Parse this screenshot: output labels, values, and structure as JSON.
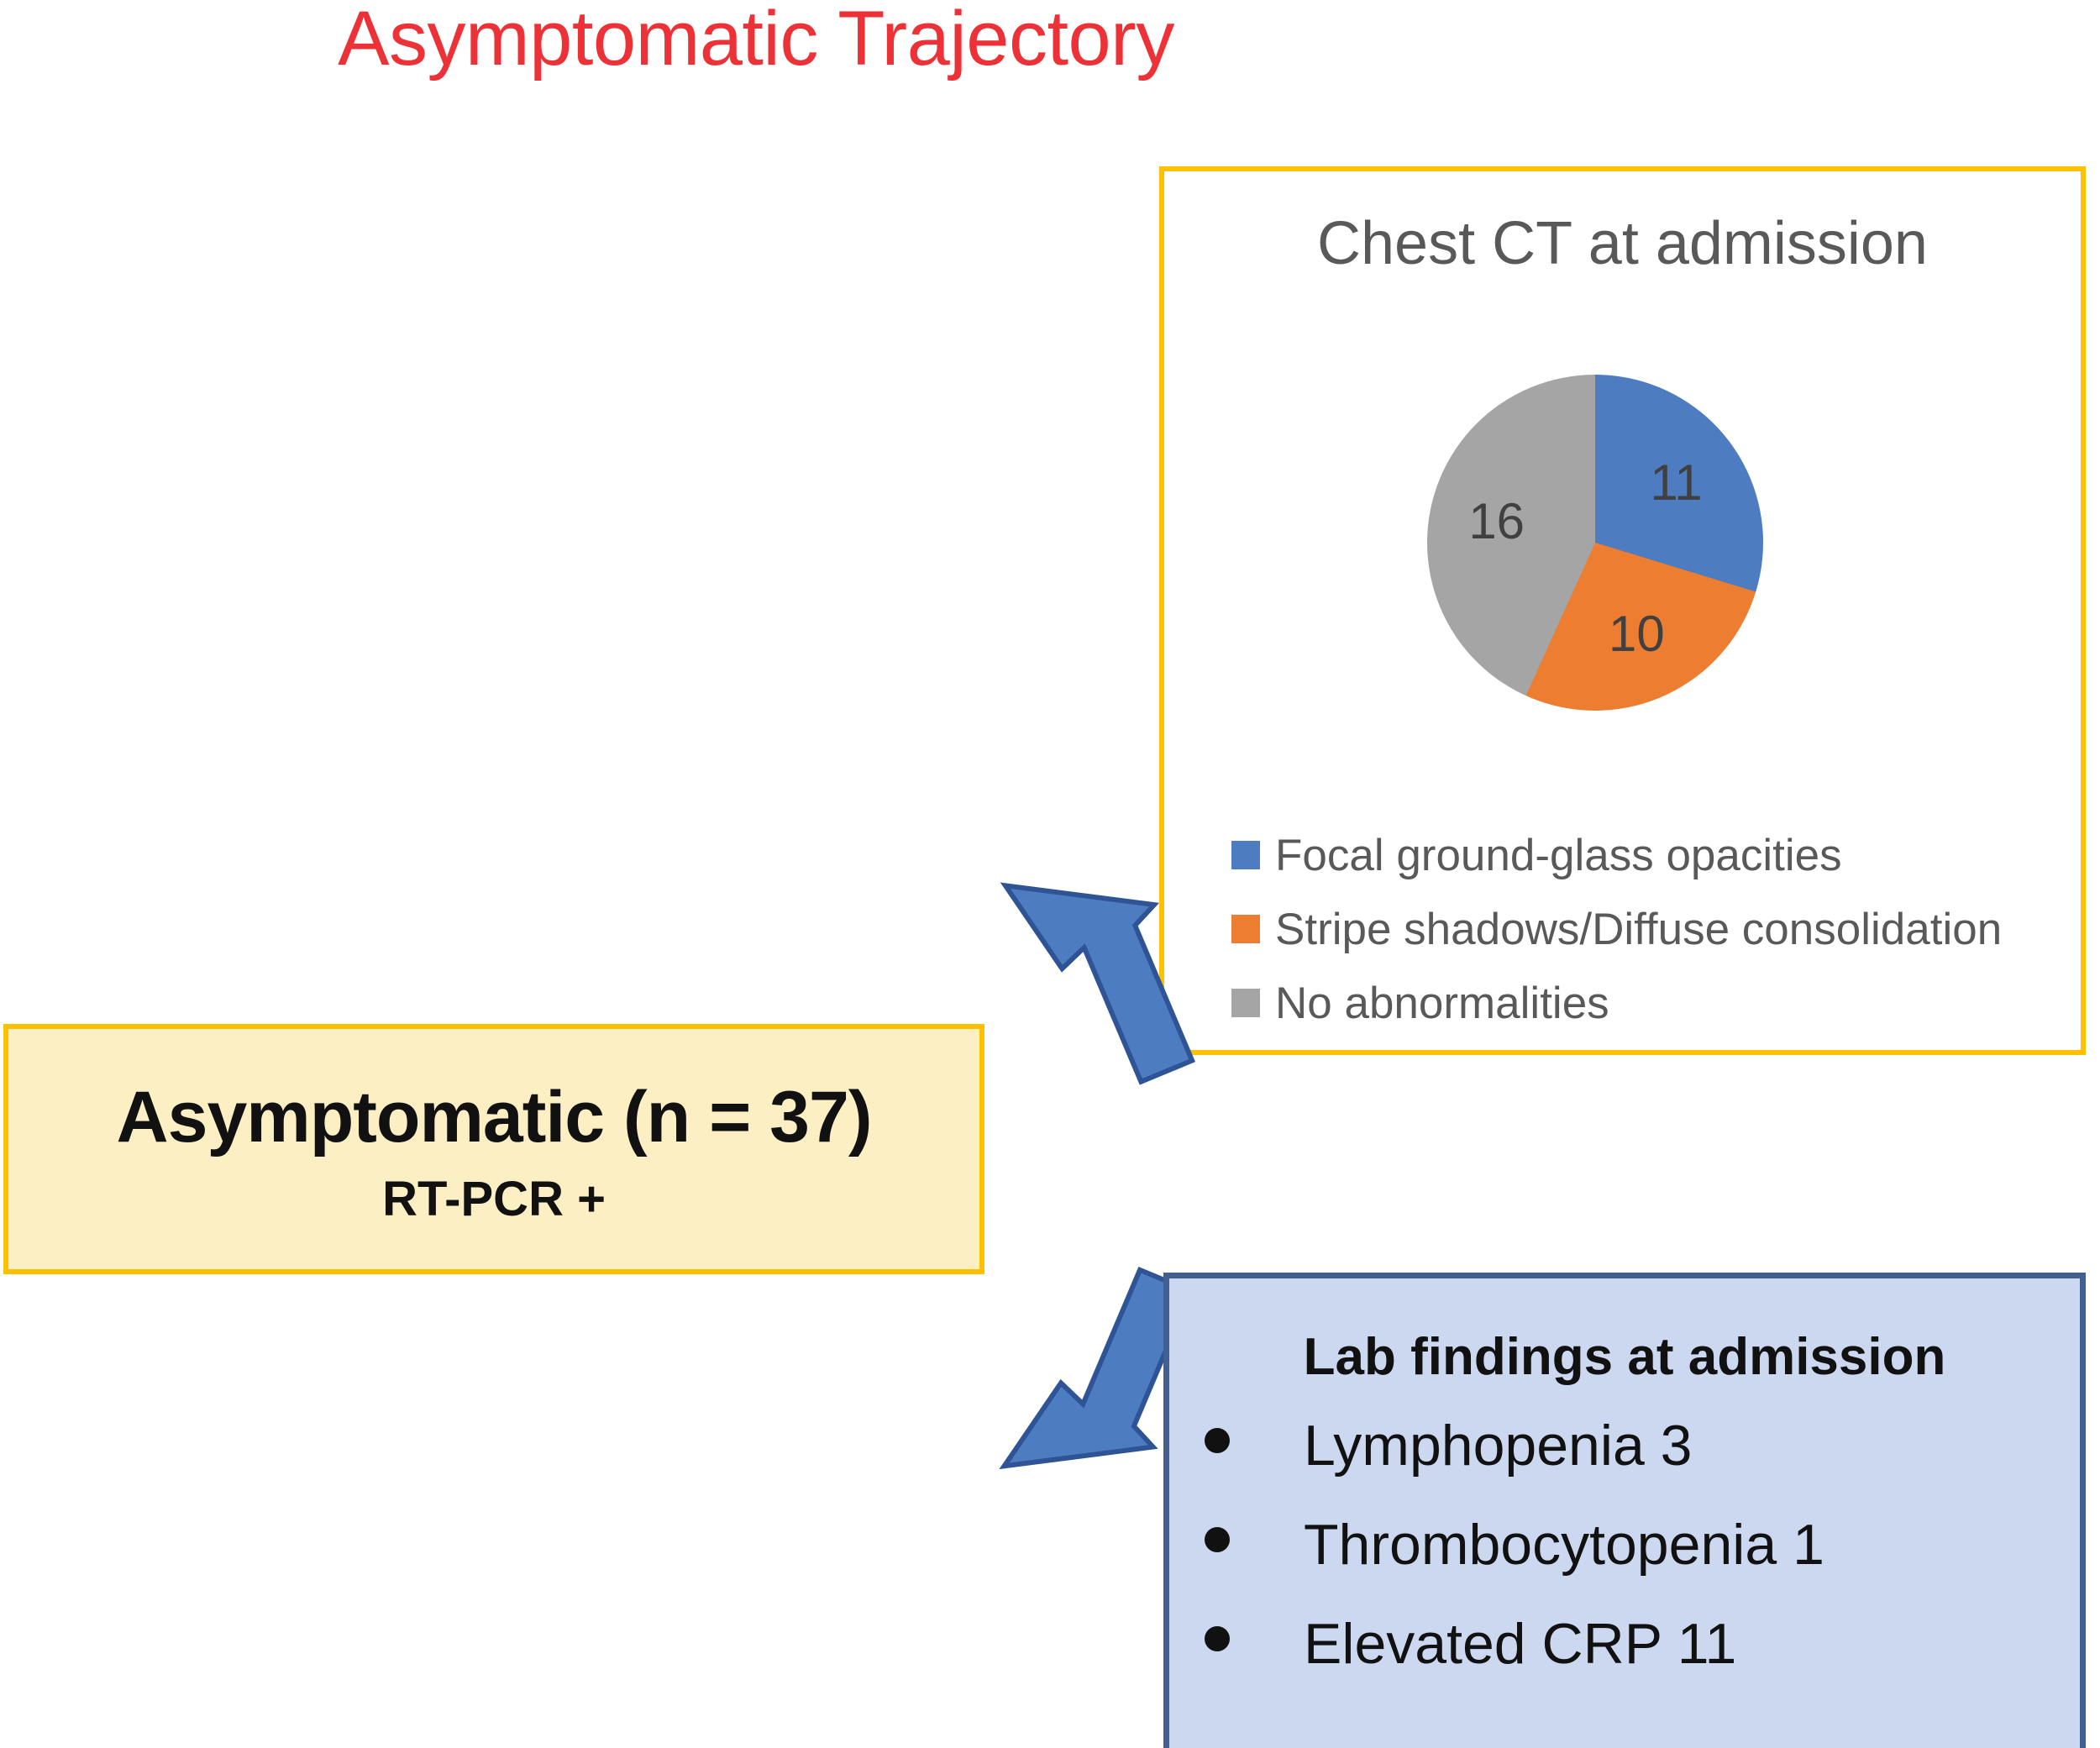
{
  "title": "Asymptomatic Trajectory",
  "colors": {
    "title_red": "#ED3237",
    "yellow_border": "#FFC000",
    "yellow_fill": "#FCEFC3",
    "blue_arrow_fill": "#4E7CC0",
    "blue_arrow_stroke": "#2E5496",
    "lab_box_border": "#41608F",
    "lab_box_fill": "#CBD8F0",
    "pie_blue": "#4E7CC0",
    "pie_orange": "#ED7D31",
    "pie_gray": "#A5A5A5",
    "gray_text": "#595959"
  },
  "ct_panel": {
    "title": "Chest CT at admission",
    "legend": [
      {
        "label": "Focal ground-glass opacities",
        "color": "#4E7CC0"
      },
      {
        "label": "Stripe shadows/Diffuse consolidation",
        "color": "#ED7D31"
      },
      {
        "label": "No abnormalities",
        "color": "#A5A5A5"
      }
    ]
  },
  "chart_data": {
    "type": "pie",
    "title": "Chest CT at admission",
    "categories": [
      "Focal ground-glass opacities",
      "Stripe shadows/Diffuse consolidation",
      "No abnormalities"
    ],
    "values": [
      11,
      10,
      16
    ],
    "labels": [
      "11",
      "10",
      "16"
    ],
    "colors": [
      "#4E7CC0",
      "#ED7D31",
      "#A5A5A5"
    ],
    "total": 37,
    "start_angle_deg": 0,
    "direction": "clockwise",
    "legend_position": "bottom-left",
    "grid": false
  },
  "asymptomatic_box": {
    "main": "Asymptomatic (n = 37)",
    "sub": "RT-PCR +"
  },
  "lab_box": {
    "title": "Lab findings at admission",
    "items": [
      "Lymphopenia 3",
      "Thrombocytopenia 1",
      "Elevated CRP 11"
    ]
  },
  "arrows": {
    "to_ct": "arrow-up-right",
    "to_lab": "arrow-down-right"
  }
}
